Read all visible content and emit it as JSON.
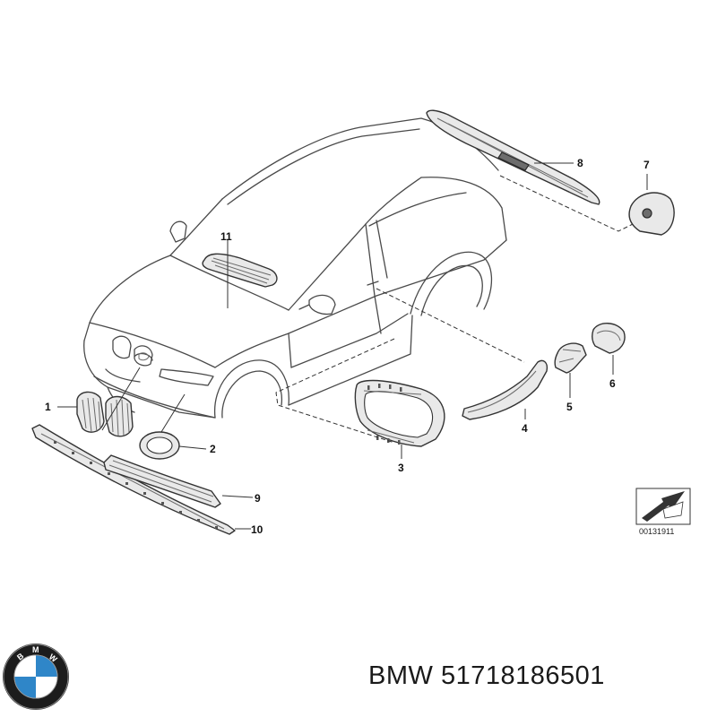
{
  "callouts": [
    {
      "id": "1",
      "label": "1"
    },
    {
      "id": "2",
      "label": "2"
    },
    {
      "id": "3",
      "label": "3"
    },
    {
      "id": "4",
      "label": "4"
    },
    {
      "id": "5",
      "label": "5"
    },
    {
      "id": "6",
      "label": "6"
    },
    {
      "id": "7",
      "label": "7"
    },
    {
      "id": "8",
      "label": "8"
    },
    {
      "id": "9",
      "label": "9"
    },
    {
      "id": "10",
      "label": "10"
    },
    {
      "id": "11",
      "label": "11"
    }
  ],
  "reference_code": "00131911",
  "caption": {
    "brand": "BMW",
    "part_number": "51718186501"
  },
  "logo": {
    "text": "BMW",
    "colors": {
      "ring": "#1c1c1c",
      "blue": "#2f86c8",
      "white": "#ffffff"
    }
  }
}
